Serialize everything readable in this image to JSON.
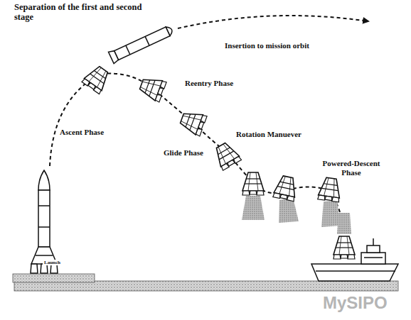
{
  "diagram": {
    "labels": [
      "Separation of the first and second stage",
      "Insertion to mission orbit",
      "Reentry Phase",
      "Ascent Phase",
      "Rotation Manuever",
      "Glide Phase",
      "Powered-Descent Phase",
      "Launch",
      "MySIPO"
    ]
  }
}
